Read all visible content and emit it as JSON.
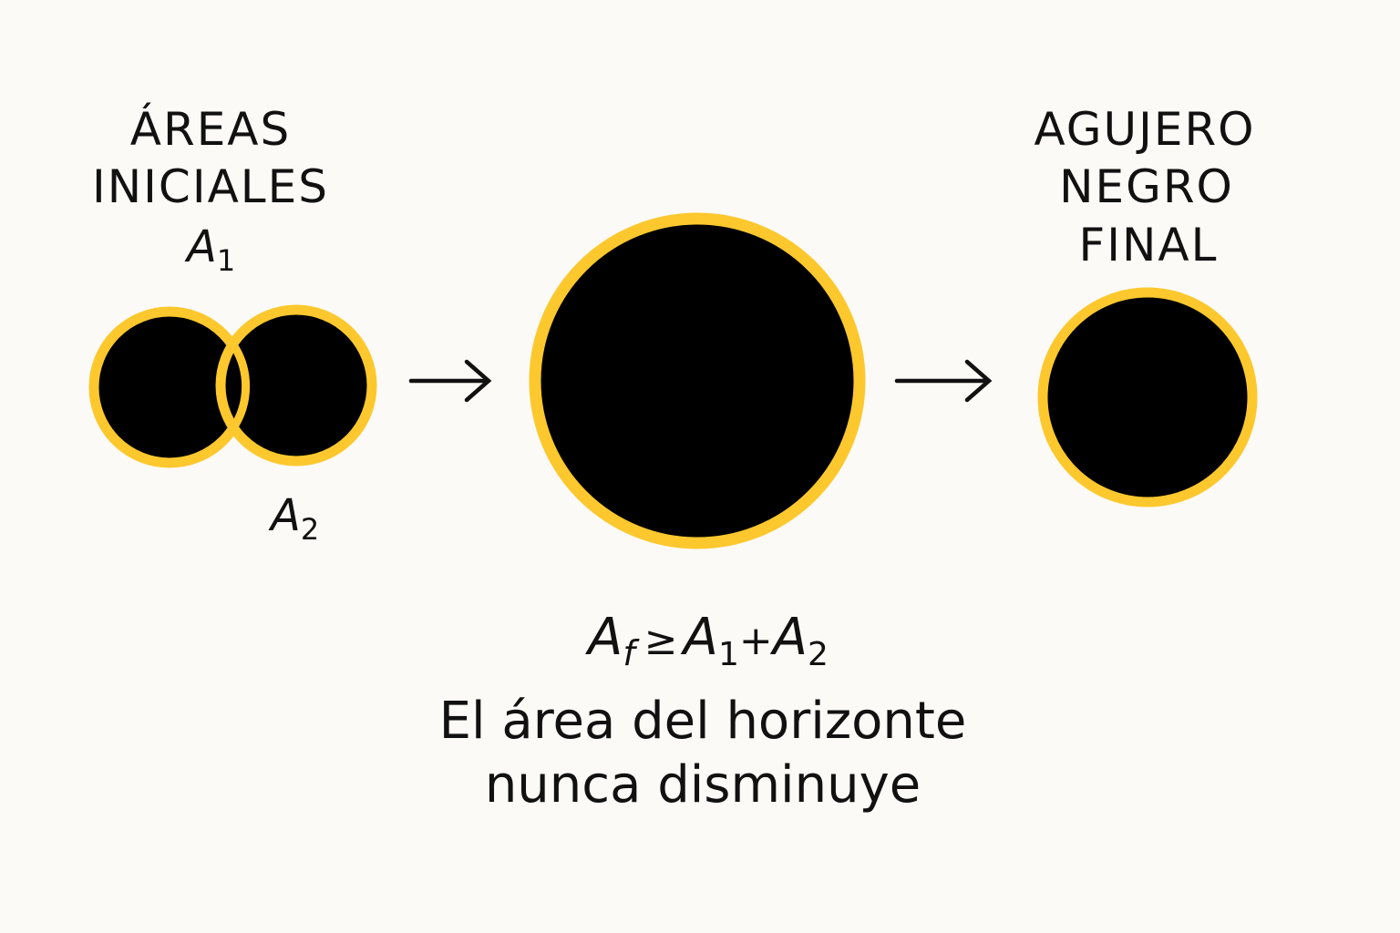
{
  "colors": {
    "background": "#fcfaf6",
    "horizon_ring": "#fcc82d",
    "hole": "#000000",
    "text": "#111111"
  },
  "left": {
    "title_line1": "ÁREAS",
    "title_line2": "INICIALES",
    "area1": {
      "symbol": "A",
      "sub": "1"
    },
    "area2": {
      "symbol": "A",
      "sub": "2"
    }
  },
  "right": {
    "title_line1": "AGUJERO",
    "title_line2": "NEGRO",
    "title_line3": "FINAL"
  },
  "formula": {
    "af": "A",
    "af_sub": "f",
    "geq": "≥",
    "a1": "A",
    "a1_sub": "1",
    "plus": "+",
    "a2": "A",
    "a2_sub": "2"
  },
  "caption": {
    "line1": "El área del horizonte",
    "line2": "nunca disminuye"
  },
  "arrows": [
    "arrow-right-icon",
    "arrow-right-icon"
  ]
}
